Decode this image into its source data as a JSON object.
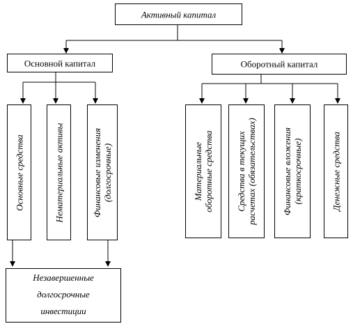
{
  "root": {
    "label": "Активный  капитал"
  },
  "fixed": {
    "label": "Основной  капитал",
    "children": [
      {
        "label": "Основные средства"
      },
      {
        "label": "Нематериальные активы"
      },
      {
        "label_lines": [
          "Финансовые изменения",
          "(долгосрочные)"
        ]
      }
    ]
  },
  "current": {
    "label": "Оборотный капитал",
    "children": [
      {
        "label_lines": [
          "Материальные",
          "оборотные средства"
        ]
      },
      {
        "label_lines": [
          "Средства в текущих",
          "расчетах (обязательствах)"
        ]
      },
      {
        "label_lines": [
          "Финансовые вложения",
          "(краткосрочные)"
        ]
      },
      {
        "label": "Денежные средства"
      }
    ]
  },
  "unfinished": {
    "label_lines": [
      "Незавершенные",
      "долгосрочные",
      "инвестиции"
    ]
  }
}
